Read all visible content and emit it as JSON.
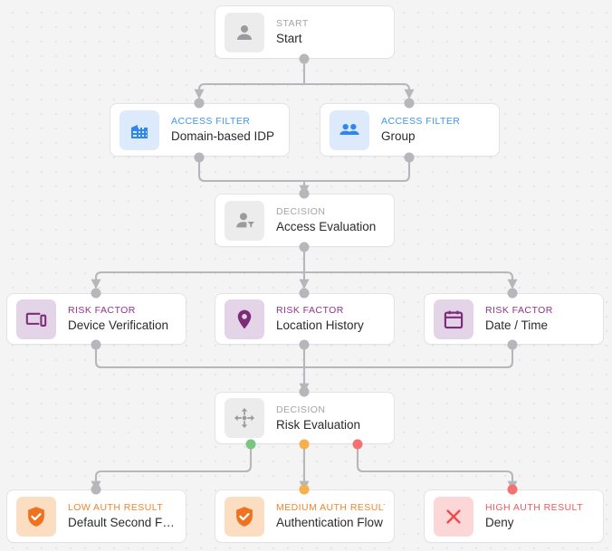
{
  "canvas": {
    "background": "#f4f4f5",
    "grid_dot_color": "#e0e0e2",
    "edge_color": "#b7b7bb"
  },
  "palette": {
    "start_accent": "#a4a4a9",
    "access_filter_accent": "#3f96f2",
    "decision_accent": "#a4a4a9",
    "risk_factor_accent": "#94328f",
    "low_auth_accent": "#f2852c",
    "medium_auth_accent": "#f2852c",
    "high_auth_accent": "#f2595c",
    "port_green": "#79c67e",
    "port_amber": "#f6b04e",
    "port_red": "#f4716f",
    "port_gray": "#b7b7bb"
  },
  "nodes": [
    {
      "id": "start",
      "kind_label": "START",
      "title": "Start",
      "icon": "person-icon"
    },
    {
      "id": "domain-idp",
      "kind_label": "ACCESS FILTER",
      "title": "Domain-based IDP",
      "icon": "building-icon"
    },
    {
      "id": "group",
      "kind_label": "ACCESS FILTER",
      "title": "Group",
      "icon": "people-group-icon"
    },
    {
      "id": "access-evaluation",
      "kind_label": "DECISION",
      "title": "Access Evaluation",
      "icon": "person-filter-icon"
    },
    {
      "id": "device-verification",
      "kind_label": "RISK FACTOR",
      "title": "Device Verification",
      "icon": "devices-icon"
    },
    {
      "id": "location-history",
      "kind_label": "RISK FACTOR",
      "title": "Location History",
      "icon": "map-pin-icon"
    },
    {
      "id": "date-time",
      "kind_label": "RISK FACTOR",
      "title": "Date / Time",
      "icon": "calendar-icon"
    },
    {
      "id": "risk-evaluation",
      "kind_label": "DECISION",
      "title": "Risk Evaluation",
      "icon": "four-way-arrows-icon"
    },
    {
      "id": "low-auth",
      "kind_label": "LOW AUTH RESULT",
      "title": "Default Second Fact...",
      "icon": "shield-check-icon"
    },
    {
      "id": "medium-auth",
      "kind_label": "MEDIUM AUTH RESULT",
      "title": "Authentication Flow",
      "icon": "shield-check-icon"
    },
    {
      "id": "high-auth",
      "kind_label": "HIGH AUTH RESULT",
      "title": "Deny",
      "icon": "x-mark-icon"
    }
  ]
}
